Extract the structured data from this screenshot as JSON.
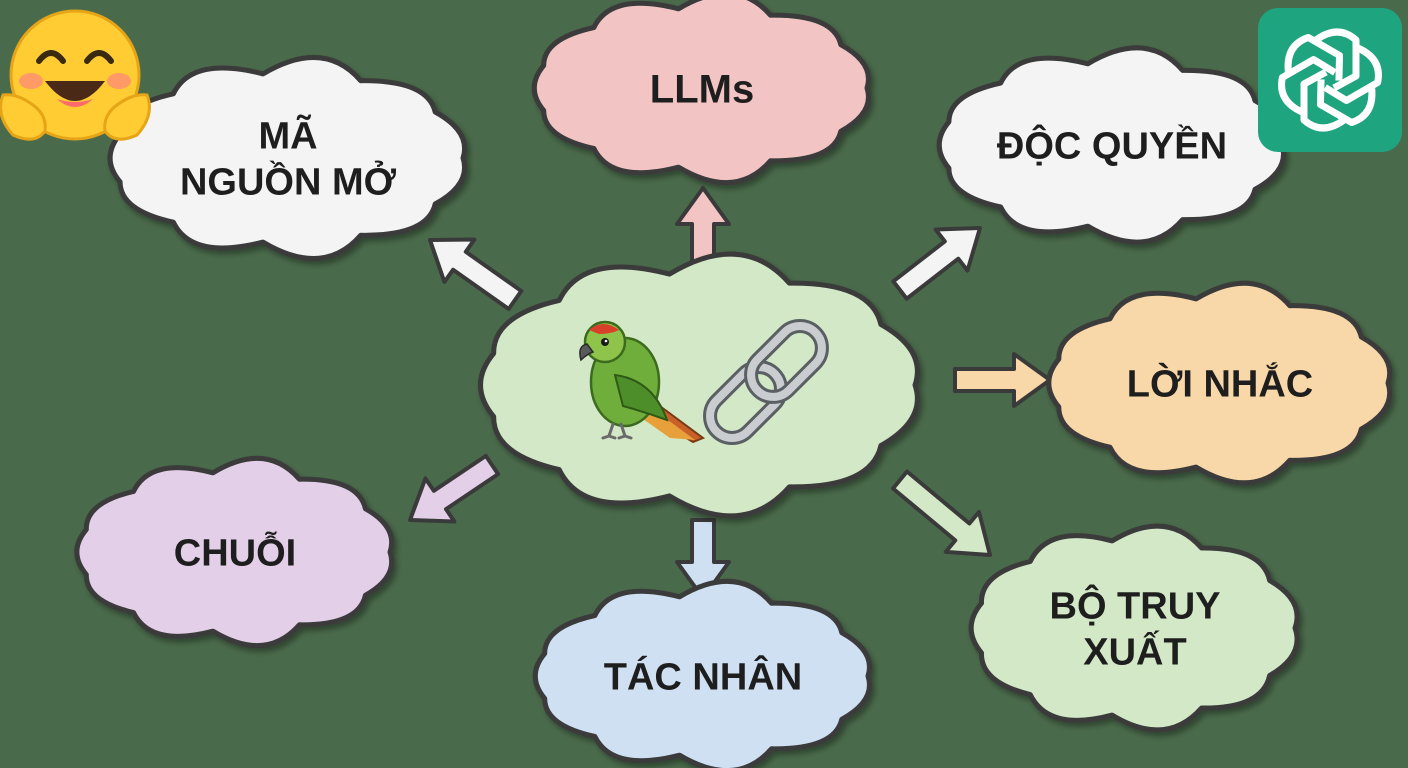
{
  "center": {
    "icons": [
      "parrot-icon",
      "chain-link-icon"
    ],
    "fill": "#d3e8c7"
  },
  "nodes": [
    {
      "id": "open-source",
      "lines": [
        "MÃ",
        "NGUỒN MỞ"
      ],
      "fill": "#f4f4f4"
    },
    {
      "id": "llms",
      "lines": [
        "LLMs"
      ],
      "fill": "#f3c4c4"
    },
    {
      "id": "proprietary",
      "lines": [
        "ĐỘC QUYỀN"
      ],
      "fill": "#f4f4f4"
    },
    {
      "id": "prompts",
      "lines": [
        "LỜI NHẮC"
      ],
      "fill": "#f8d7a8"
    },
    {
      "id": "retrievers",
      "lines": [
        "BỘ TRUY",
        "XUẤT"
      ],
      "fill": "#d3e8c7"
    },
    {
      "id": "agents",
      "lines": [
        "TÁC NHÂN"
      ],
      "fill": "#cfe0f3"
    },
    {
      "id": "chains",
      "lines": [
        "CHUỖI"
      ],
      "fill": "#e3cfe8"
    }
  ],
  "arrow_colors": {
    "open-source": "#f4f4f4",
    "llms": "#f3c4c4",
    "proprietary": "#f4f4f4",
    "prompts": "#f8d7a8",
    "retrievers": "#d3e8c7",
    "agents": "#cfe0f3",
    "chains": "#e3cfe8"
  },
  "corner_icons": [
    "hugging-face-icon",
    "openai-logo-icon"
  ],
  "colors": {
    "background": "#4a6b4b",
    "outline": "#3a3a3a",
    "openai_tile": "#1ea47e"
  }
}
